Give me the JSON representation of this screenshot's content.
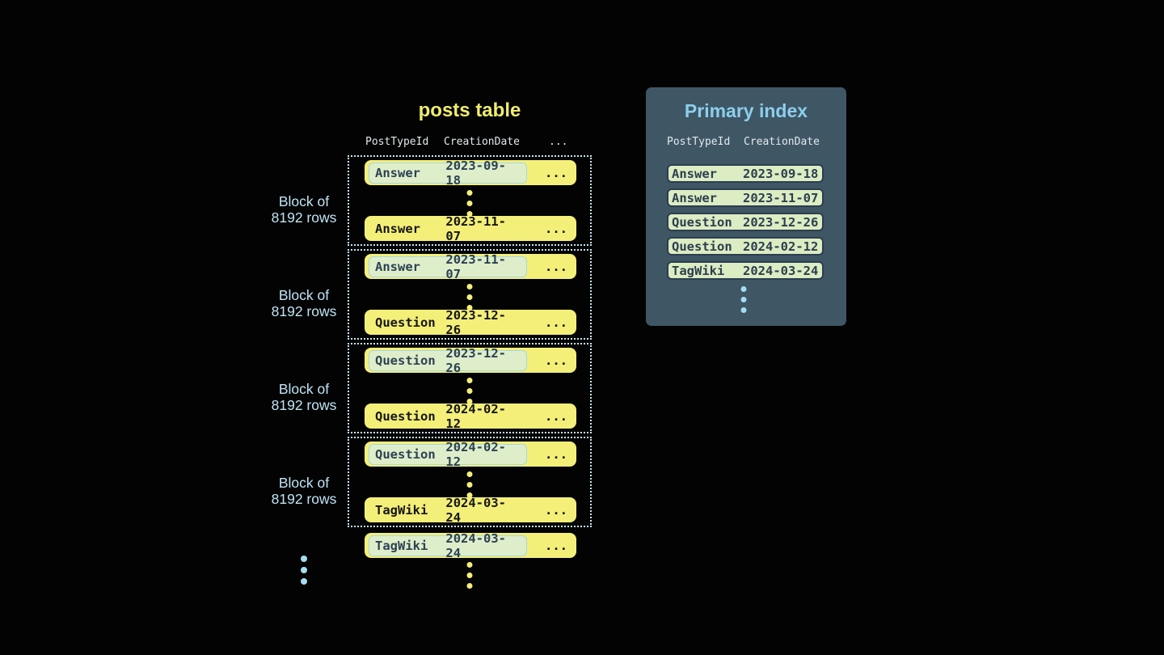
{
  "posts_table": {
    "title": "posts table",
    "col1": "PostTypeId",
    "col2": "CreationDate",
    "col3": "...",
    "block_label_line1": "Block of",
    "block_label_line2": "8192 rows",
    "blocks": [
      {
        "first": {
          "type": "Answer",
          "date": "2023-09-18",
          "more": "..."
        },
        "last": {
          "type": "Answer",
          "date": "2023-11-07",
          "more": "..."
        }
      },
      {
        "first": {
          "type": "Answer",
          "date": "2023-11-07",
          "more": "..."
        },
        "last": {
          "type": "Question",
          "date": "2023-12-26",
          "more": "..."
        }
      },
      {
        "first": {
          "type": "Question",
          "date": "2023-12-26",
          "more": "..."
        },
        "last": {
          "type": "Question",
          "date": "2024-02-12",
          "more": "..."
        }
      },
      {
        "first": {
          "type": "Question",
          "date": "2024-02-12",
          "more": "..."
        },
        "last": {
          "type": "TagWiki",
          "date": "2024-03-24",
          "more": "..."
        }
      }
    ],
    "overflow": {
      "type": "TagWiki",
      "date": "2024-03-24",
      "more": "..."
    }
  },
  "primary_index": {
    "title": "Primary index",
    "col1": "PostTypeId",
    "col2": "CreationDate",
    "rows": [
      {
        "type": "Answer",
        "date": "2023-09-18"
      },
      {
        "type": "Answer",
        "date": "2023-11-07"
      },
      {
        "type": "Question",
        "date": "2023-12-26"
      },
      {
        "type": "Question",
        "date": "2024-02-12"
      },
      {
        "type": "TagWiki",
        "date": "2024-03-24"
      }
    ]
  },
  "colors": {
    "bg": "#030303",
    "yellow_title": "#f0ec70",
    "header_text": "#e2eaec",
    "dotted_border": "#c8e7f2",
    "row_yellow": "#f3ef79",
    "row_text": "#161616",
    "hl_bg": "#dfeeca",
    "hl_border": "#a5d7e8",
    "hl_text": "#2c4254",
    "label_blue": "#bfe4f4",
    "blue_dot": "#a5dcf2",
    "panel_bg": "#3f5665",
    "panel_title": "#8ccfec",
    "index_row_bg": "#dcecc3",
    "index_row_dark": "#2c3e4f"
  }
}
